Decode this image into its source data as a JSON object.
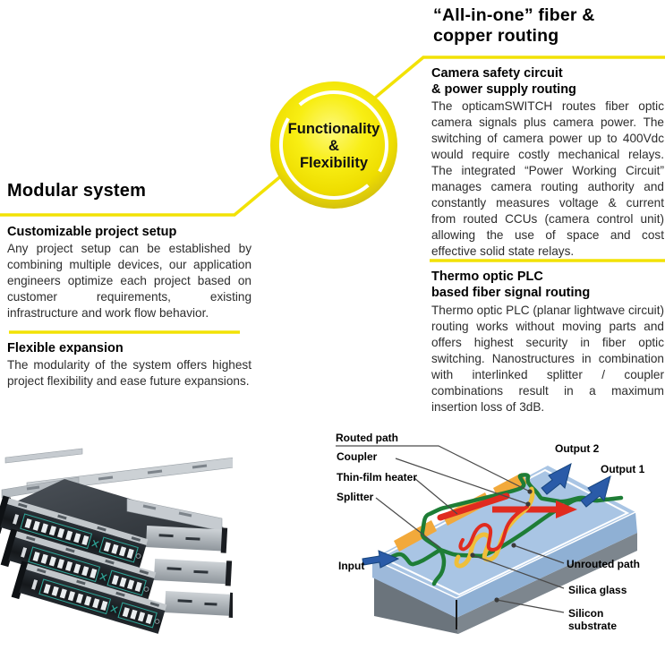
{
  "colors": {
    "accent_yellow": "#f2e205",
    "badge_yellow": "#f6ec0e",
    "body_text": "#2d2d2d",
    "teal_accent": "#2fa99b",
    "diagram_green": "#1e7d36",
    "diagram_red": "#e02b1f",
    "diagram_orange": "#f2a93b",
    "diagram_blue_arrow": "#2a5ba8",
    "chip_top_blue": "#a9c5e4",
    "substrate_gray": "#737c84"
  },
  "badge": {
    "text": "Functionality\n&\nFlexibility"
  },
  "left_column": {
    "title": "Modular system",
    "sections": [
      {
        "heading": "Customizable project setup",
        "body": "Any project setup can be established by combining multiple devices, our application engineers optimize each project based on customer requirements, existing infrastructure and work flow behavior."
      },
      {
        "heading": "Flexible expansion",
        "body": "The modularity of the system offers highest project flexibility and ease future expansions."
      }
    ]
  },
  "right_column": {
    "title": "“All-in-one” fiber &\ncopper routing",
    "sections": [
      {
        "heading": "Camera safety circuit\n& power supply routing",
        "body": "The opticamSWITCH routes fiber optic camera signals plus camera power. The switching of camera power up to 400Vdc would require costly mechanical relays. The integrated “Power Working Circuit” manages camera routing authority and constantly measures voltage & current from routed CCUs (camera control unit) allowing the use of space and cost effective solid state relays."
      },
      {
        "heading": "Thermo optic PLC\nbased fiber signal routing",
        "body": "Thermo optic PLC (planar lightwave circuit) routing works without moving parts and offers highest security in fiber optic switching. Nanostructures in combination with interlinked splitter / coupler combinations result in a maximum insertion loss of 3dB."
      }
    ]
  },
  "plc_diagram": {
    "alt": "3D diagram of a thermo optic PLC chip",
    "labels": {
      "routed_path": "Routed path",
      "coupler": "Coupler",
      "thin_film_heater": "Thin-film heater",
      "splitter": "Splitter",
      "input": "Input",
      "output_2": "Output 2",
      "output_1": "Output 1",
      "unrouted_path": "Unrouted path",
      "silica_glass": "Silica glass",
      "silicon_substrate": "Silicon\nsubstrate"
    }
  },
  "rack_photo": {
    "alt": "Stack of three 1U rack switch units with mounting brackets",
    "units": 3
  }
}
